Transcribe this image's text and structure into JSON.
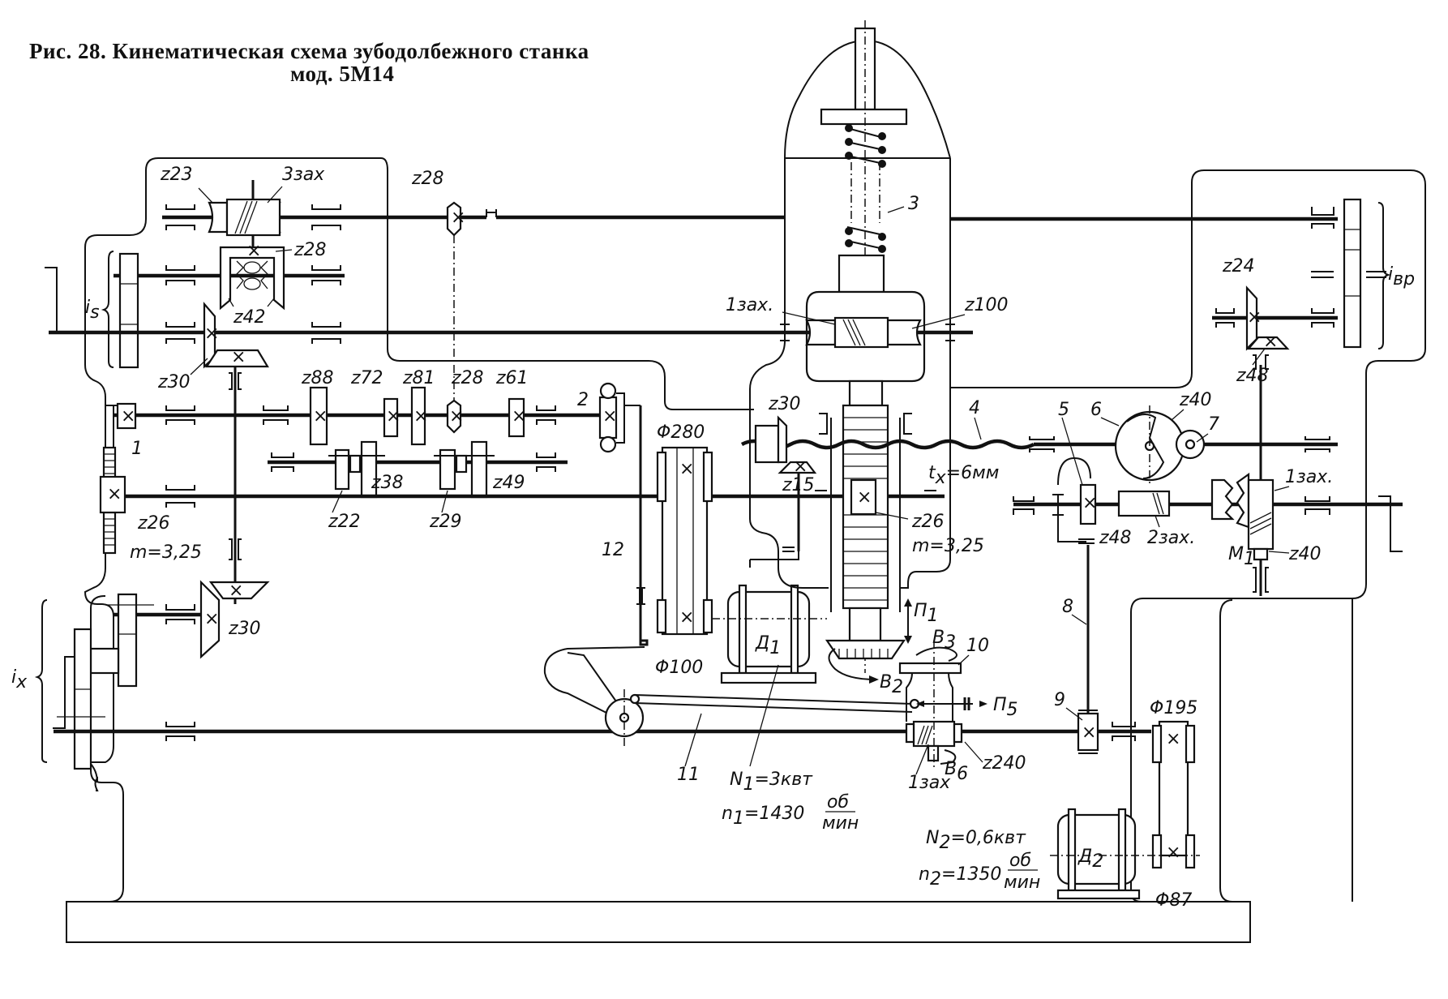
{
  "title": {
    "line1": "Рис. 28.   Кинематическая схема зубодолбежного станка",
    "line2": "мод. 5М14"
  },
  "labels": {
    "z23": "z23",
    "three_start": "3зах",
    "z28_top": "z28",
    "z28_diff": "z28",
    "z42": "z42",
    "i_s": "i",
    "i_s_sub": "s",
    "z30_upper": "z30",
    "z88": "z88",
    "z72": "z72",
    "z81": "z81",
    "z28_mid": "z28",
    "z61": "z61",
    "num2": "2",
    "num1": "1",
    "z26_left": "z26",
    "m_left": "m=3,25",
    "z22": "z22",
    "z38": "z38",
    "z29": "z29",
    "z49": "z49",
    "z30_lower": "z30",
    "i_x": "i",
    "i_x_sub": "x",
    "num12": "12",
    "phi280": "Φ280",
    "phi100": "Φ100",
    "num3": "3",
    "one_start_top": "1зах.",
    "z100": "z100",
    "z30_center": "z30",
    "z15": "z15",
    "z26_center": "z26",
    "m_center": "m=3,25",
    "num4": "4",
    "t_x": "t",
    "t_x_sub": "x",
    "t_x_val": "=6мм",
    "num5": "5",
    "num6": "6",
    "z40_cam": "z40",
    "num7": "7",
    "z48_lower": "z48",
    "two_start": "2зах.",
    "one_start_right": "1зах.",
    "M1": "М",
    "M1_sub": "1",
    "z40_right": "z40",
    "z24": "z24",
    "z48_upper": "z48",
    "i_vr": "i",
    "i_vr_sub": "вр",
    "num8": "8",
    "P1": "П",
    "P1_sub": "1",
    "B3": "В",
    "B3_sub": "3",
    "num10": "10",
    "B2": "В",
    "B2_sub": "2",
    "D1": "Д",
    "D1_sub": "1",
    "P5": "П",
    "P5_sub": "5",
    "num11": "11",
    "N1": "N",
    "N1_sub": "1",
    "N1_val": "=3квт",
    "n1": "n",
    "n1_sub": "1",
    "n1_val": "=1430",
    "rpm_num": "об",
    "rpm_den": "мин",
    "one_start_bottom": "1зах",
    "B6": "В",
    "B6_sub": "6",
    "z240": "z240",
    "num9": "9",
    "phi195": "Φ195",
    "N2": "N",
    "N2_sub": "2",
    "N2_val": "=0,6квт",
    "n2": "n",
    "n2_sub": "2",
    "n2_val": "=1350",
    "D2": "Д",
    "D2_sub": "2",
    "phi87": "Φ87"
  }
}
